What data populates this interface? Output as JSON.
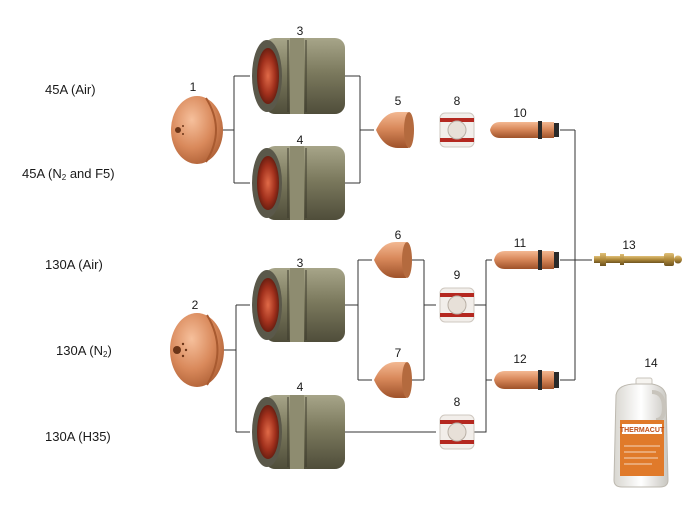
{
  "configurations": [
    {
      "prefix": "45A (Air)",
      "subscript": "",
      "suffix": ""
    },
    {
      "prefix": "45A (N",
      "subscript": "2",
      "suffix": " and F5)"
    },
    {
      "prefix": "130A (Air)",
      "subscript": "",
      "suffix": ""
    },
    {
      "prefix": "130A (N",
      "subscript": "2",
      "suffix": ")"
    },
    {
      "prefix": "130A (H35)",
      "subscript": "",
      "suffix": ""
    }
  ],
  "part_numbers": {
    "shield_45": "1",
    "shield_130": "2",
    "retaining_cap_45_air": "3",
    "retaining_cap_45_n2": "4",
    "retaining_cap_130_air": "3",
    "retaining_cap_130_h35": "4",
    "nozzle_45": "5",
    "nozzle_130_air": "6",
    "nozzle_130_n2": "7",
    "swirl_ring_45": "8",
    "swirl_ring_130_air": "9",
    "swirl_ring_130_h35": "8",
    "electrode_45": "10",
    "electrode_130_air": "11",
    "electrode_130_h35": "12",
    "torch_tube": "13",
    "coolant": "14"
  },
  "coolant_label": "THERMACUT",
  "colors": {
    "copper": "#d9895b",
    "copper_dark": "#a85a30",
    "cap_body": "#7c7a5e",
    "cap_dark": "#4f4d3a",
    "cap_inner": "#a1301c",
    "swirl_white": "#f2eeea",
    "swirl_red": "#b42820",
    "brass": "#b08a3a",
    "line": "#333333",
    "bottle_orange": "#e07a2a"
  }
}
